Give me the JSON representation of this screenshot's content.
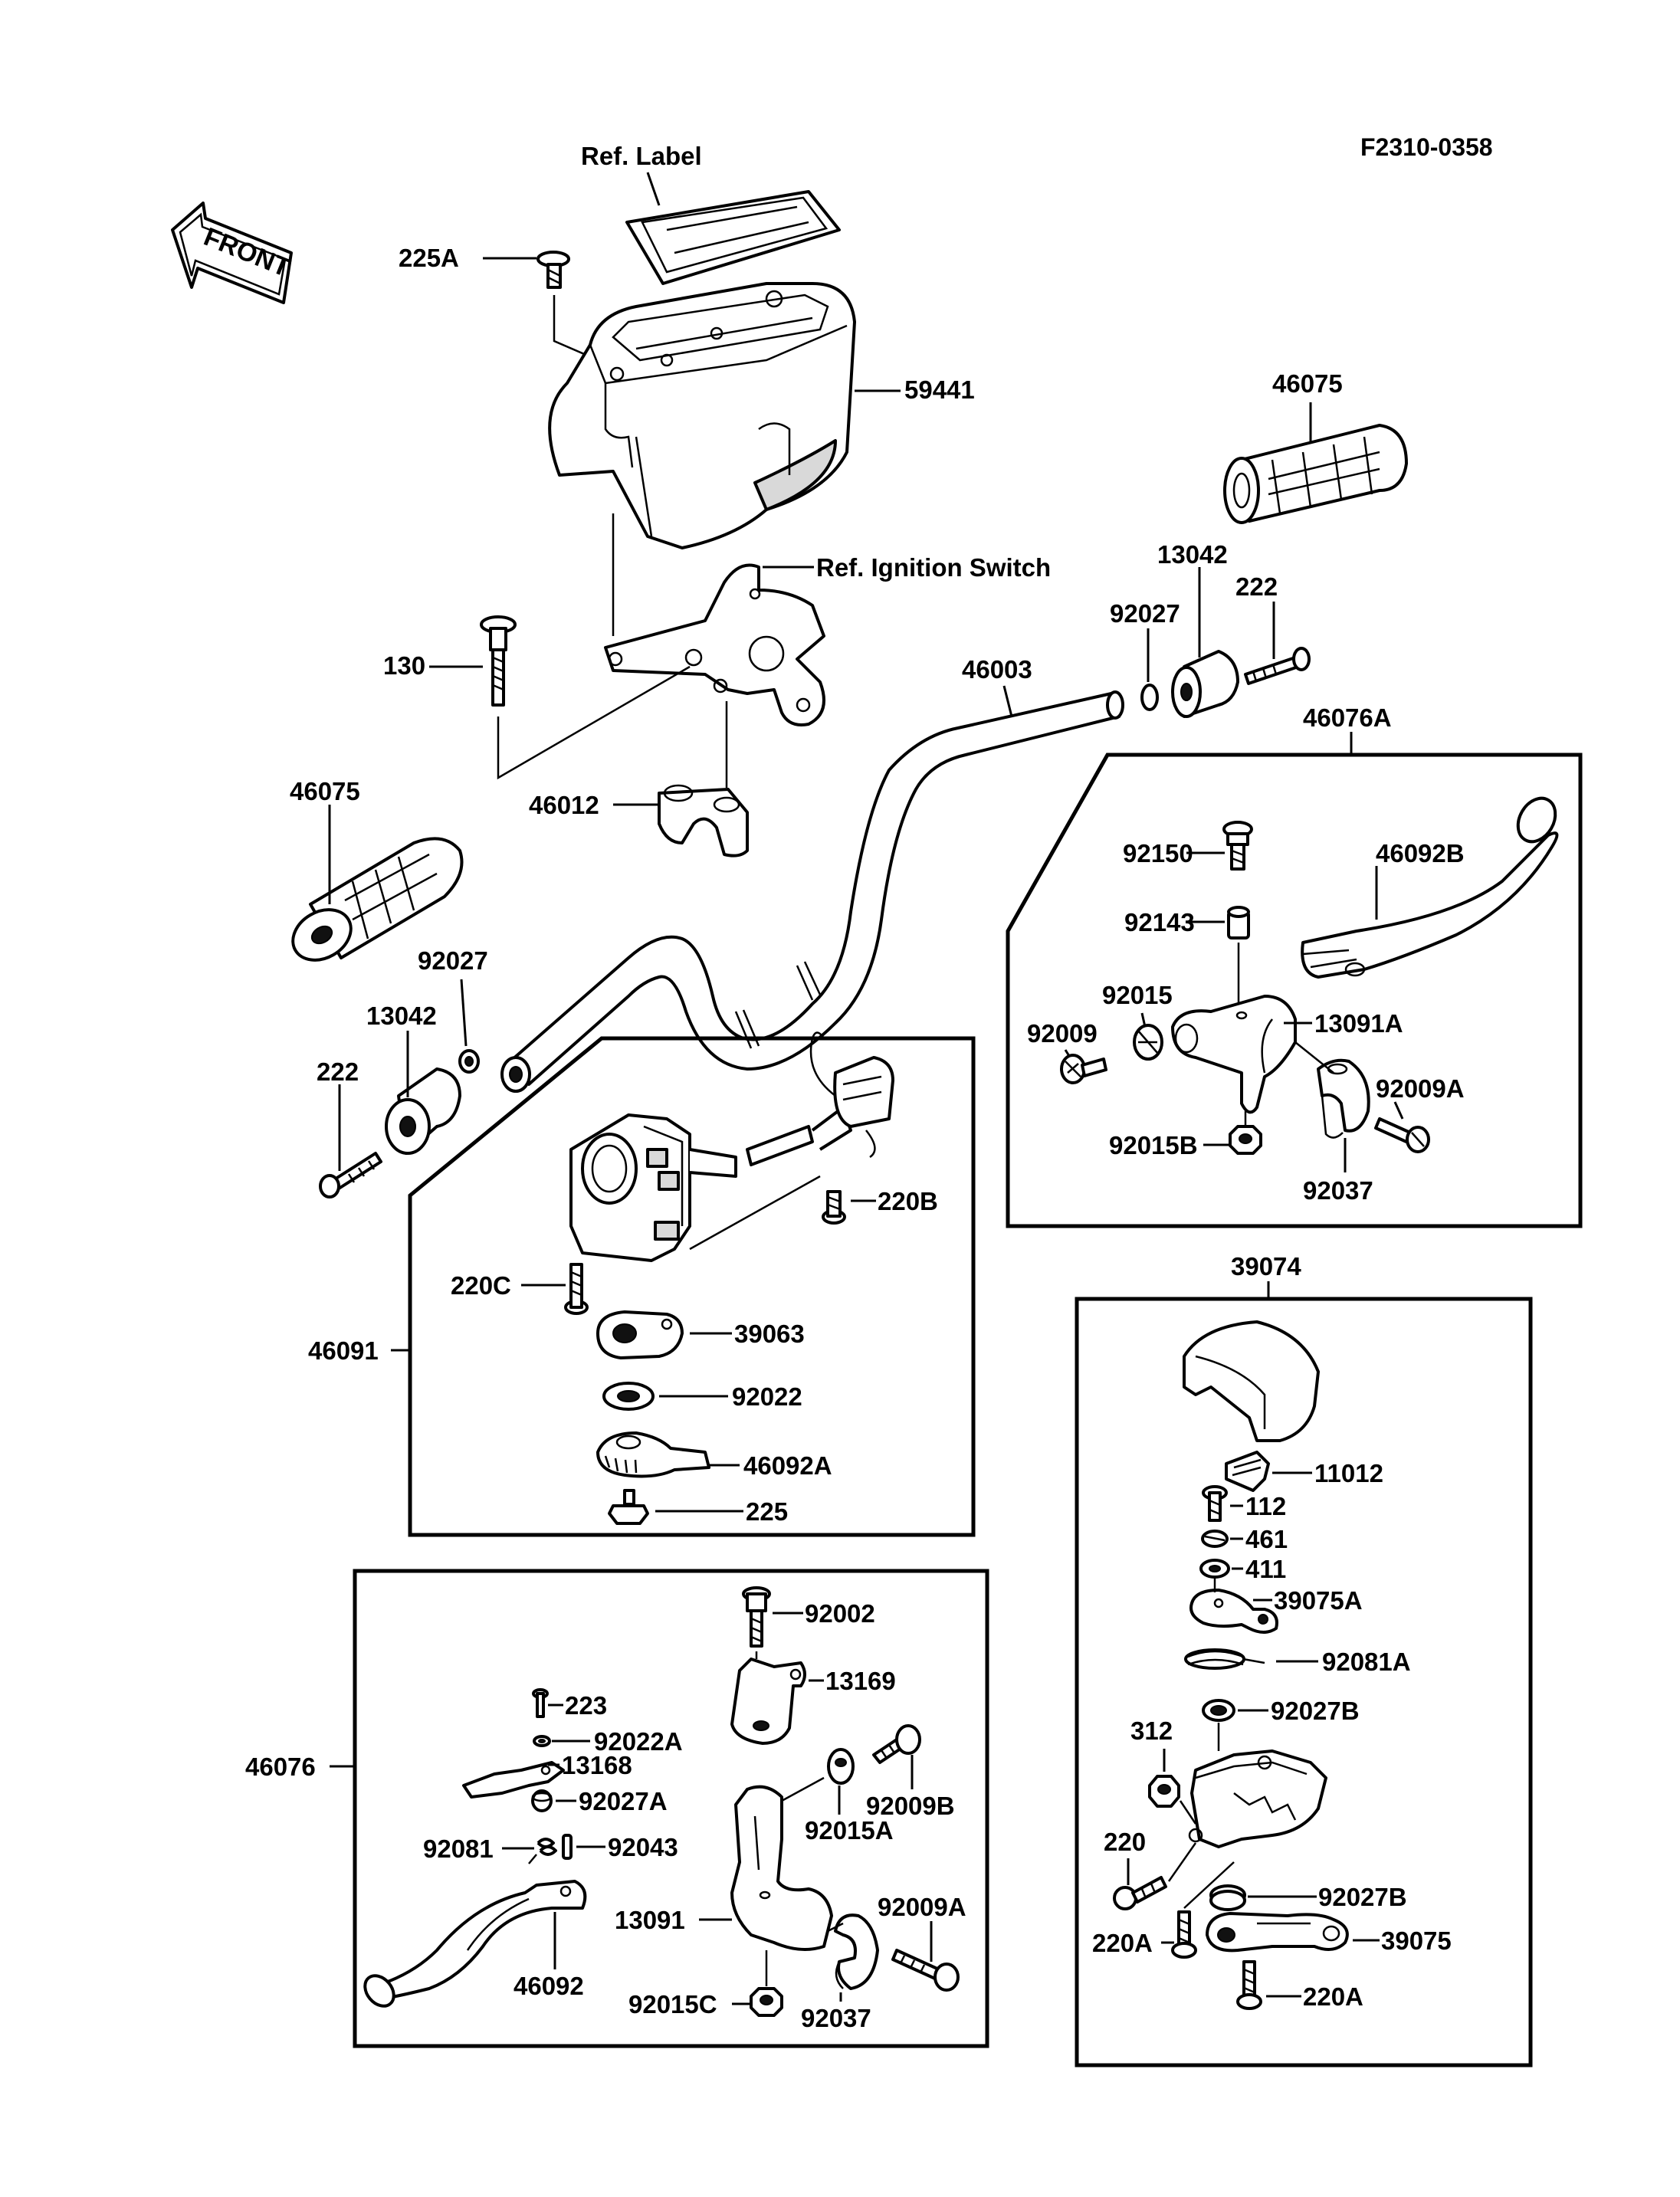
{
  "diagram_code": "F2310-0358",
  "front_arrow": "FRONT",
  "labels": {
    "ref_label": "Ref. Label",
    "p225A": "225A",
    "p59441": "59441",
    "p46075_r": "46075",
    "ref_ignition": "Ref. Ignition Switch",
    "p13042_r": "13042",
    "p92027_r": "92027",
    "p222_r": "222",
    "p130": "130",
    "p46003": "46003",
    "p46076A": "46076A",
    "p46012": "46012",
    "p46075_l": "46075",
    "p92150": "92150",
    "p46092B": "46092B",
    "p92143": "92143",
    "p92015": "92015",
    "p13091A": "13091A",
    "p92009": "92009",
    "p92009A_r": "92009A",
    "p92015B": "92015B",
    "p92037_r": "92037",
    "p92027_l": "92027",
    "p13042_l": "13042",
    "p222_l": "222",
    "p220B": "220B",
    "p220C": "220C",
    "p39063": "39063",
    "p46091": "46091",
    "p92022": "92022",
    "p46092A": "46092A",
    "p225": "225",
    "p39074": "39074",
    "p11012": "11012",
    "p112": "112",
    "p461": "461",
    "p411": "411",
    "p39075A": "39075A",
    "p92081A": "92081A",
    "p92027B_top": "92027B",
    "p312": "312",
    "p220": "220",
    "p92027B_bot": "92027B",
    "p220A_l": "220A",
    "p39075": "39075",
    "p220A_b": "220A",
    "p92002": "92002",
    "p13169": "13169",
    "p223": "223",
    "p92022A": "92022A",
    "p13168": "13168",
    "p46076": "46076",
    "p92027A": "92027A",
    "p92009B": "92009B",
    "p92081": "92081",
    "p92043": "92043",
    "p92015A": "92015A",
    "p92009A_b": "92009A",
    "p13091": "13091",
    "p46092": "46092",
    "p92015C": "92015C",
    "p92037_b": "92037"
  }
}
